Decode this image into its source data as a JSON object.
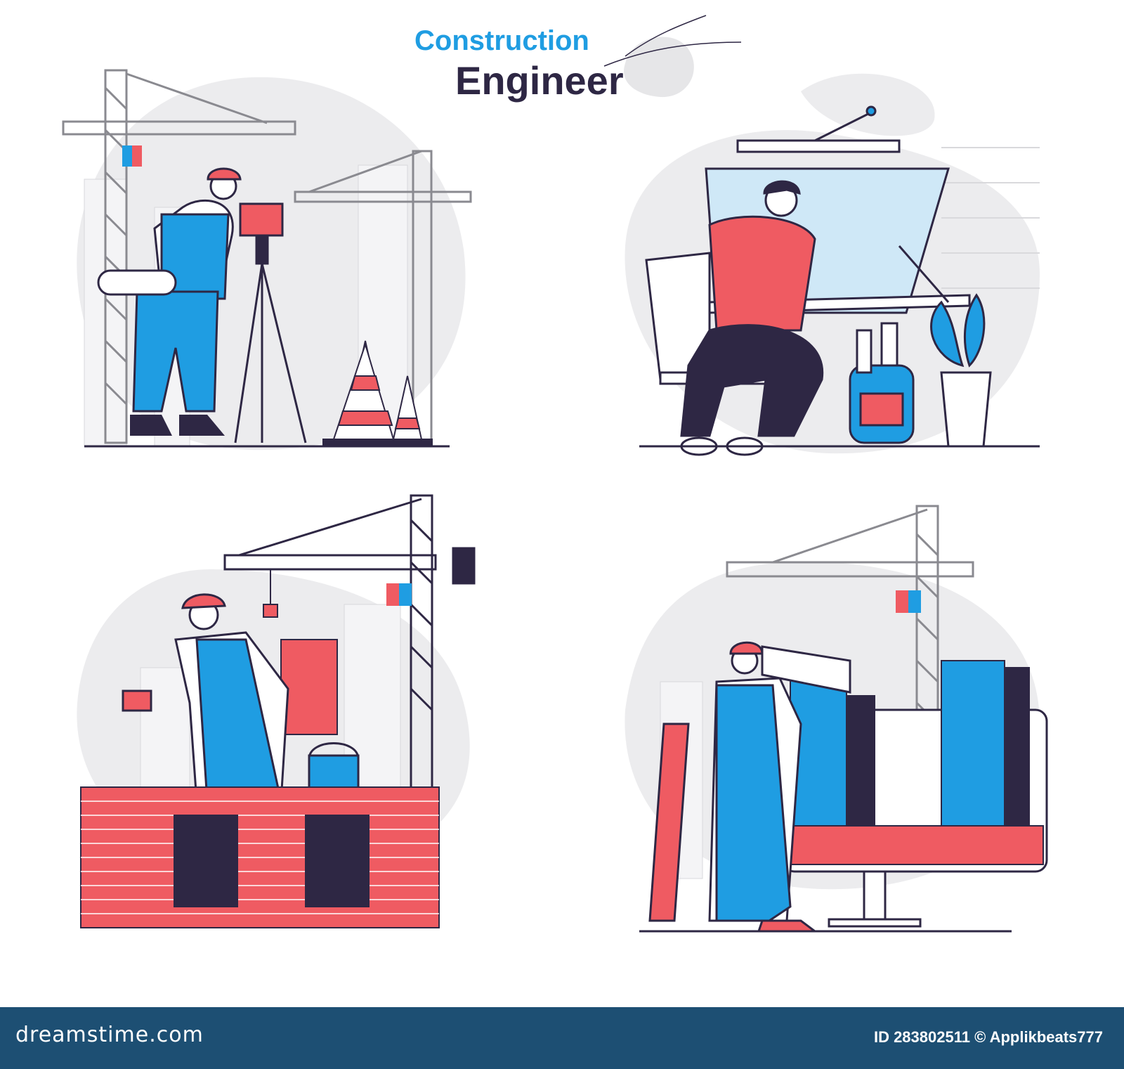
{
  "title": {
    "line1": "Construction",
    "line2": "Engineer"
  },
  "scenes": [
    {
      "name": "surveyor-with-theodolite"
    },
    {
      "name": "engineer-at-drafting-board"
    },
    {
      "name": "bricklayer-with-crane"
    },
    {
      "name": "engineer-with-monitor-building"
    }
  ],
  "footer": {
    "brand": "dreamstime.com",
    "id_text": "ID 283802511 © Applikbeats777"
  },
  "colors": {
    "blue": "#1f9de2",
    "red": "#ef5b62",
    "navy": "#2e2744",
    "gray": "#e6e6e8",
    "footer": "#1d4f73"
  }
}
